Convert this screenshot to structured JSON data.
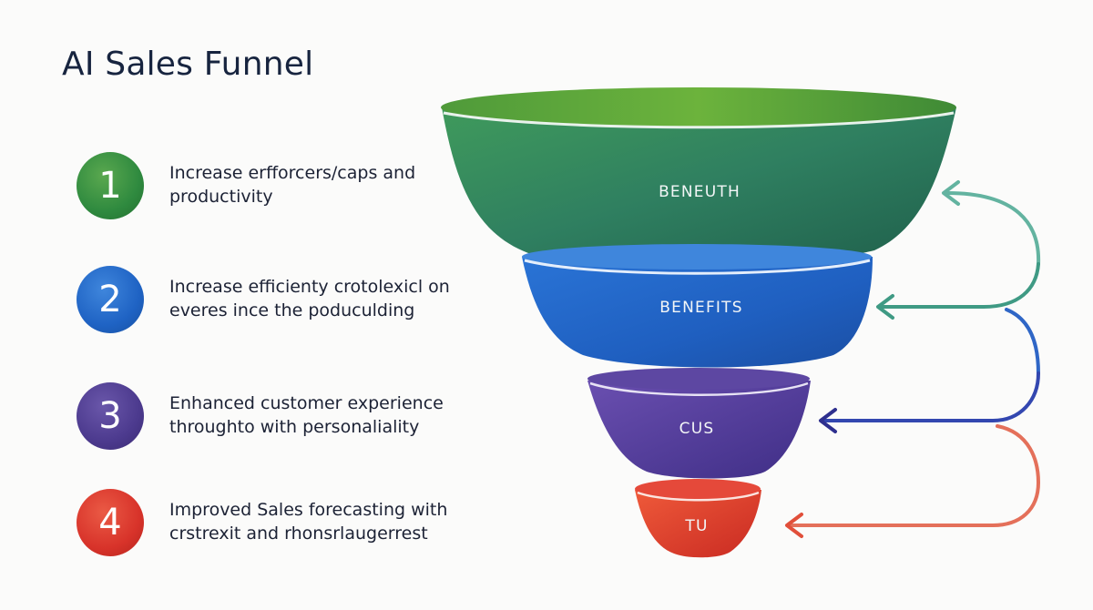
{
  "title": "AI Sales Funnel",
  "colors": {
    "green": "#2f8a3f",
    "blue": "#1f63c4",
    "purple": "#4c3a8e",
    "red": "#d8332a"
  },
  "items": [
    {
      "number": "1",
      "line1": "Increase erfforcers/caps and",
      "line2": "productivity",
      "color": "#2f8a3f"
    },
    {
      "number": "2",
      "line1": "Increase efficienty crotolexicl on",
      "line2": "everes ince the poduculding",
      "color": "#1f63c4"
    },
    {
      "number": "3",
      "line1": "Enhanced customer experience",
      "line2": "throughto with personaliality",
      "color": "#4c3a8e"
    },
    {
      "number": "4",
      "line1": "Improved Sales forecasting with",
      "line2": "crstrexit and rhonsrlaugerrest",
      "color": "#d8332a"
    }
  ],
  "funnel": {
    "stages": [
      {
        "label": "BENEUTH"
      },
      {
        "label": "BENEFITS"
      },
      {
        "label": "CUS"
      },
      {
        "label": "TU"
      }
    ]
  }
}
